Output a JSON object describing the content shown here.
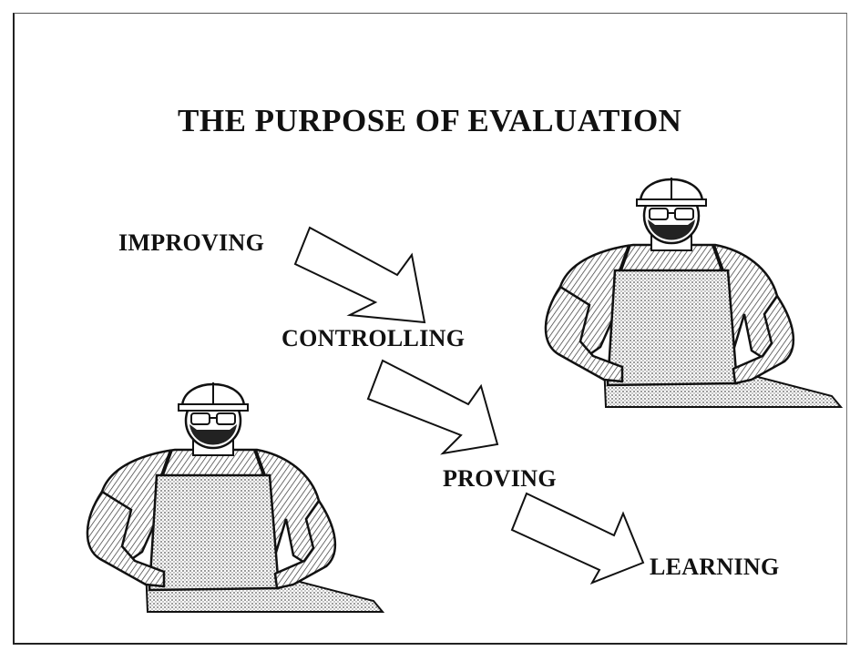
{
  "slide": {
    "title": "THE PURPOSE OF EVALUATION",
    "steps": [
      {
        "label": "IMPROVING"
      },
      {
        "label": "CONTROLLING"
      },
      {
        "label": "PROVING"
      },
      {
        "label": "LEARNING"
      }
    ]
  },
  "illustration": {
    "subject": "worker in hard hat and apron, hands on hips",
    "icon": "worker-figure"
  },
  "colors": {
    "ink": "#111111",
    "paper": "#ffffff",
    "shade": "#9a9a9a"
  }
}
